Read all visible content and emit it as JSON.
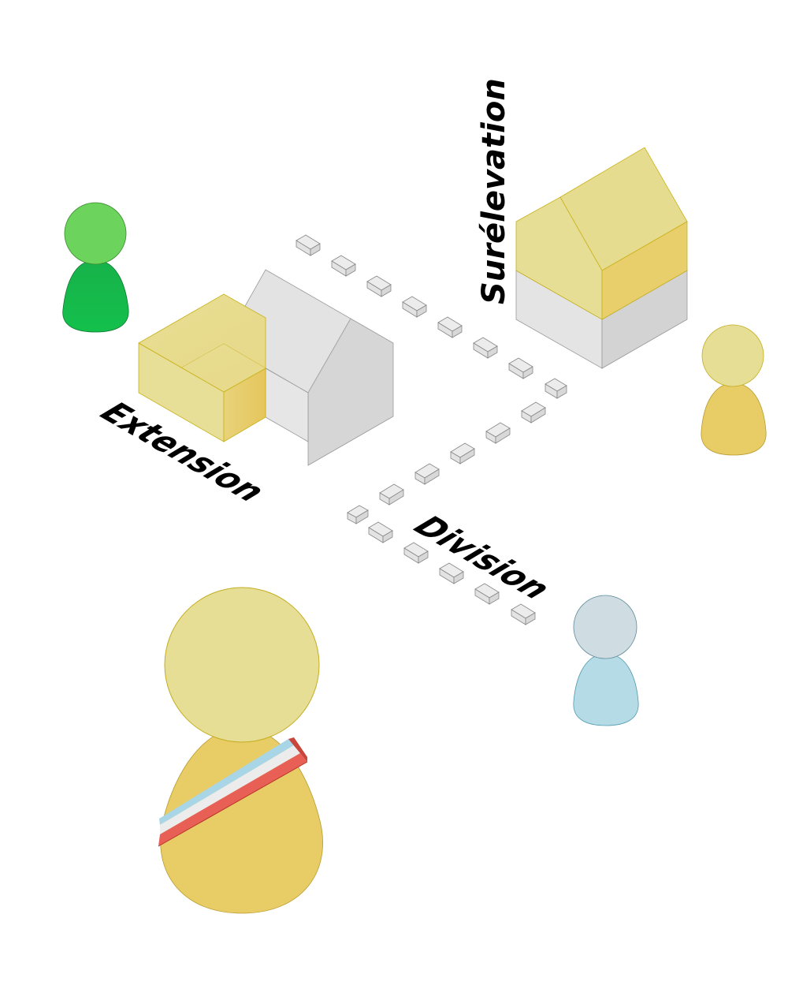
{
  "labels": {
    "extension": "Extension",
    "surelevation": "Surélevation",
    "division": "Division"
  },
  "colors": {
    "background": "#ffffff",
    "yellow_light": "#e6de94",
    "yellow_mid": "#e9d77a",
    "yellow_dark": "#e8cc66",
    "yellow_stroke": "#c9b21a",
    "gray_light": "#e6e6e6",
    "gray_mid": "#dcdcdc",
    "gray_dark": "#d2d2d2",
    "gray_stroke": "#9a9a9a",
    "green_head": "#6cd35c",
    "green_body": "#16b84a",
    "blue_head": "#cfdde2",
    "blue_body": "#b5dbe6",
    "sash_blue": "#a9d6e6",
    "sash_white": "#ececec",
    "sash_red": "#e86055"
  },
  "figures": [
    {
      "id": "green-person",
      "head_color": "#6cd35c",
      "body_color": "#16b84a"
    },
    {
      "id": "yellow-person",
      "head_color": "#e6de94",
      "body_color": "#e8cc66"
    },
    {
      "id": "blue-person",
      "head_color": "#cfdde2",
      "body_color": "#b5dbe6"
    },
    {
      "id": "mayor-person",
      "head_color": "#e6de94",
      "body_color": "#e8cc66",
      "accessory": "tricolor-sash"
    }
  ]
}
